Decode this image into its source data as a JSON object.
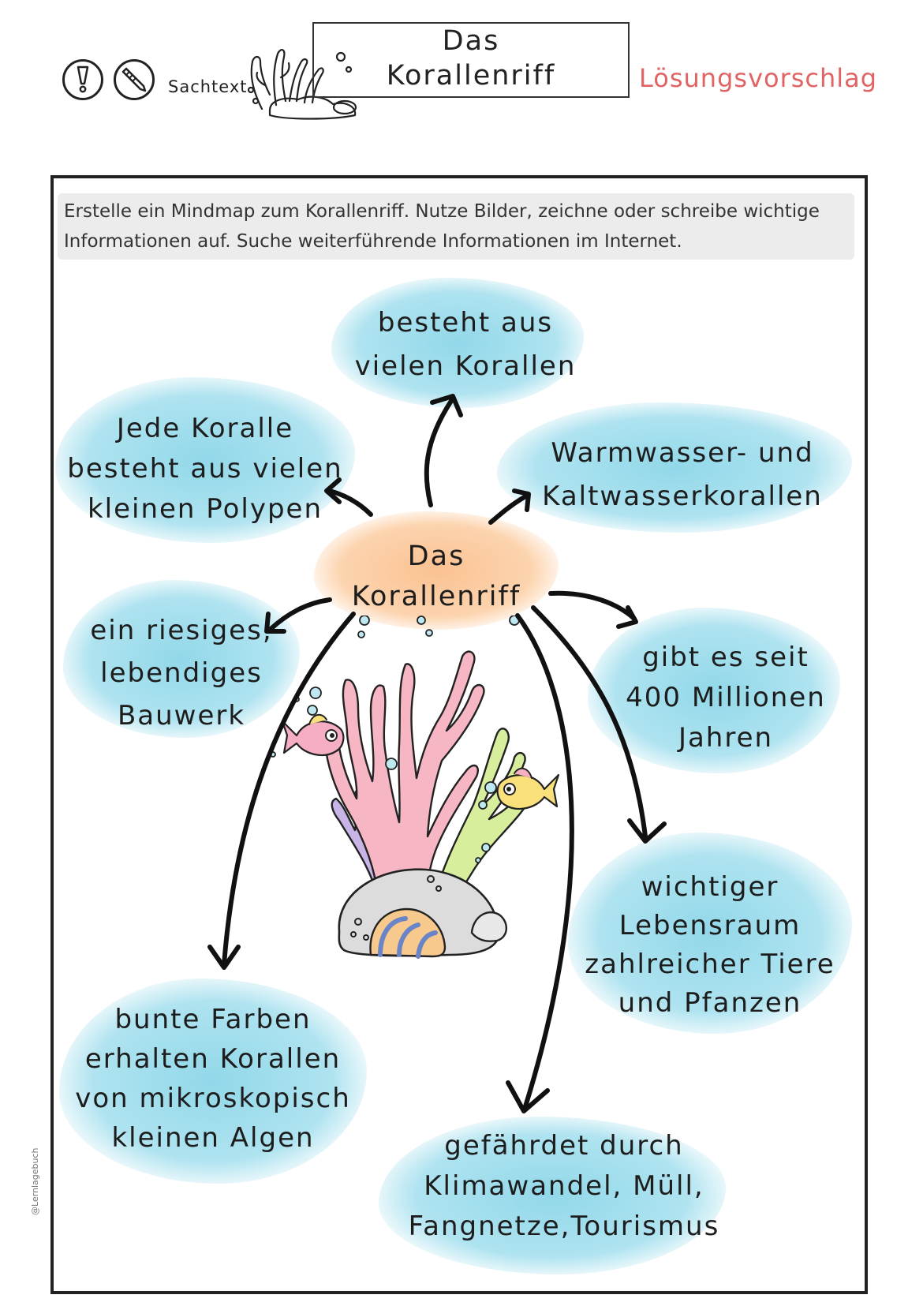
{
  "header": {
    "type_label": "Sachtext",
    "title_lines": [
      "Das",
      "Korallenriff"
    ],
    "solution_label": "Lösungsvorschlag",
    "icons": [
      "exclamation-icon",
      "pencil-icon",
      "coral-reef-illustration"
    ]
  },
  "task": {
    "lines": [
      "Erstelle ein Mindmap zum Korallenriff. Nutze Bilder, zeichne oder schreibe wichtige",
      "Informationen auf. Suche weiterführende Informationen im Internet."
    ]
  },
  "mindmap": {
    "center_lines": [
      "Das",
      "Korallenriff"
    ],
    "nodes": [
      {
        "id": "top",
        "lines": [
          "besteht aus",
          "vielen Korallen"
        ]
      },
      {
        "id": "upper-left",
        "lines": [
          "Jede Koralle",
          "besteht aus vielen",
          "kleinen Polypen"
        ]
      },
      {
        "id": "upper-right",
        "lines": [
          "Warmwasser- und",
          "Kaltwasserkorallen"
        ]
      },
      {
        "id": "mid-left",
        "lines": [
          "ein riesiges,",
          "lebendiges",
          "Bauwerk"
        ]
      },
      {
        "id": "mid-right",
        "lines": [
          "gibt es seit",
          "400 Millionen",
          "Jahren"
        ]
      },
      {
        "id": "lower-right",
        "lines": [
          "wichtiger",
          "Lebensraum",
          "zahlreicher Tiere",
          "und Pfanzen"
        ]
      },
      {
        "id": "bottom-left",
        "lines": [
          "bunte Farben",
          "erhalten Korallen",
          "von mikroskopisch",
          "kleinen Algen"
        ]
      },
      {
        "id": "bottom",
        "lines": [
          "gefährdet durch",
          "Klimawandel, Müll,",
          "Fangnetze,Tourismus"
        ]
      }
    ]
  },
  "colors": {
    "solution_red": "#e06464",
    "blob_blue": "#8cd6e8",
    "blob_orange": "#fabe8c",
    "coral_pink": "#f2a7b8",
    "coral_green": "#c8e68c",
    "coral_purple": "#b9a0dc"
  },
  "credit": "@Lernlagebuch"
}
